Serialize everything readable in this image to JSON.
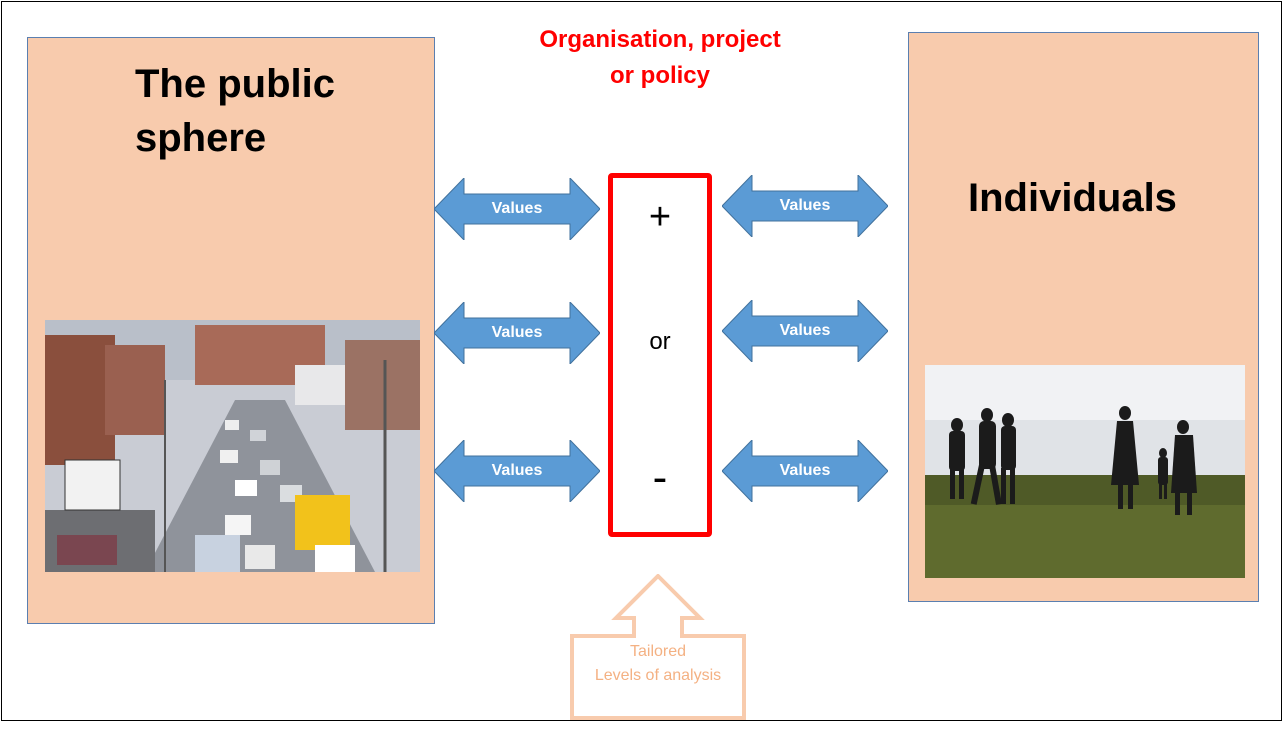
{
  "left_panel": {
    "title": "The public sphere",
    "image": "street-traffic-photo"
  },
  "right_panel": {
    "title": "Individuals",
    "image": "people-silhouettes-photo"
  },
  "focus": {
    "title": "Organisation, project or policy",
    "plus": "+",
    "or": "or",
    "minus": "-"
  },
  "arrows": {
    "left": [
      "Values",
      "Values",
      "Values"
    ],
    "right": [
      "Values",
      "Values",
      "Values"
    ]
  },
  "analysis": {
    "line1": "Tailored",
    "line2": "Levels of analysis"
  },
  "colors": {
    "panel": "#f8cbad",
    "arrow": "#5b9bd5",
    "focus": "#ff0000",
    "analysis": "#f4b183"
  }
}
